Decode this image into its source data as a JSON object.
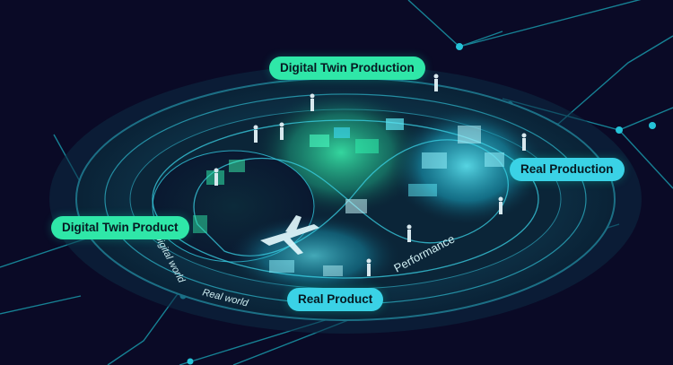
{
  "labels": {
    "digital_twin_production": "Digital Twin Production",
    "real_production": "Real Production",
    "digital_twin_product": "Digital Twin Product",
    "real_product": "Real Product"
  },
  "ring_text": {
    "digital_world": "Digital world",
    "real_world": "Real world",
    "performance": "Performance"
  },
  "colors": {
    "background": "#0a0a26",
    "digital_green": "#2fe7a8",
    "real_teal": "#3ad2e6",
    "network_line": "#1a9fb0",
    "node": "#25c3d8"
  }
}
